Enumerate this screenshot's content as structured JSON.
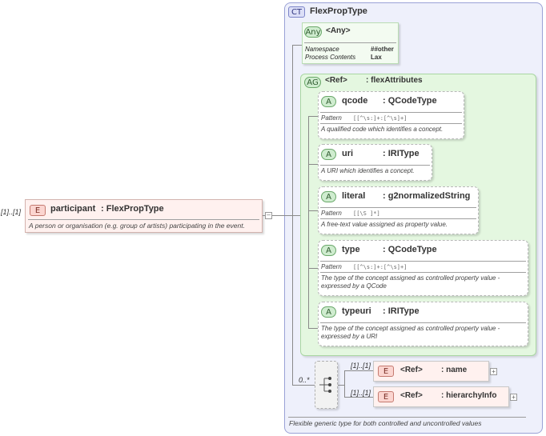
{
  "participant": {
    "cardinality": "[1]..[1]",
    "badge": "E",
    "name": "participant",
    "type": ": FlexPropType",
    "doc": "A person or organisation (e.g. group of artists) participating in the event."
  },
  "complex_type": {
    "badge": "CT",
    "name": "FlexPropType",
    "doc": "Flexible generic type for both controlled and uncontrolled values"
  },
  "any": {
    "badge": "Any",
    "title": "<Any>",
    "rows": [
      {
        "label": "Namespace",
        "value": "##other"
      },
      {
        "label": "Process Contents",
        "value": "Lax"
      }
    ]
  },
  "attribute_group": {
    "badge": "AG",
    "ref": "<Ref>",
    "name": ": flexAttributes"
  },
  "attributes": [
    {
      "badge": "A",
      "name": "qcode",
      "type": ": QCodeType",
      "pattern_label": "Pattern",
      "pattern": "[[^\\s:]+:[^\\s]+]",
      "doc1": "A qualified code which identifies a concept.",
      "doc2": ""
    },
    {
      "badge": "A",
      "name": "uri",
      "type": ": IRIType",
      "pattern_label": "",
      "pattern": "",
      "doc1": "A URI which identifies a concept.",
      "doc2": ""
    },
    {
      "badge": "A",
      "name": "literal",
      "type": ": g2normalizedString",
      "pattern_label": "Pattern",
      "pattern": "[[\\S ]*]",
      "doc1": "A free-text value assigned as property value.",
      "doc2": ""
    },
    {
      "badge": "A",
      "name": "type",
      "type": ": QCodeType",
      "pattern_label": "Pattern",
      "pattern": "[[^\\s:]+:[^\\s]+]",
      "doc1": "The type of the concept assigned as controlled property value -",
      "doc2": "expressed by a QCode"
    },
    {
      "badge": "A",
      "name": "typeuri",
      "type": ": IRIType",
      "pattern_label": "",
      "pattern": "",
      "doc1": "The type of the concept assigned as controlled property value -",
      "doc2": "expressed by a URI"
    }
  ],
  "choice": {
    "cardinality": "0..*",
    "children": [
      {
        "cardinality": "[1]..[1]",
        "badge": "E",
        "ref": "<Ref>",
        "name": ": name",
        "expand": "+"
      },
      {
        "cardinality": "[1]..[1]",
        "badge": "E",
        "ref": "<Ref>",
        "name": ": hierarchyInfo",
        "expand": "+"
      }
    ]
  },
  "colors": {
    "ct_bg": "#eef0fb",
    "ct_border": "#9aa1d6",
    "ag_bg": "#e4f7e0",
    "element_bg": "#fff1ef"
  }
}
